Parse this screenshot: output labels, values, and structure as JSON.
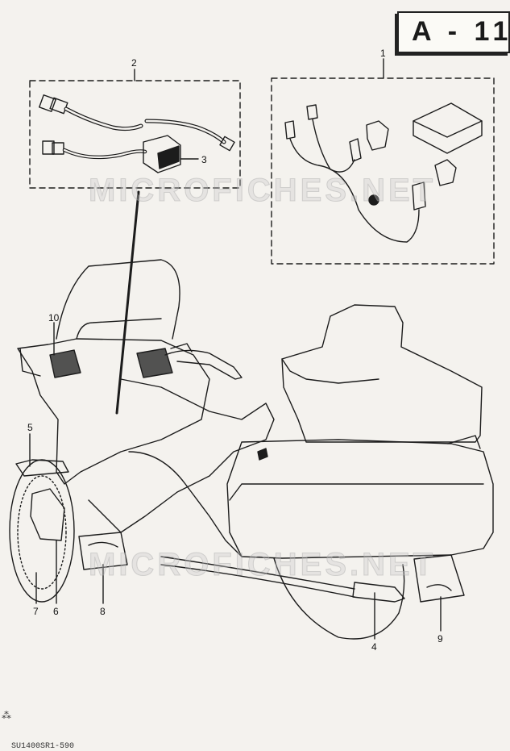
{
  "diagram": {
    "reference_code": "A - 11",
    "callouts": [
      "1",
      "2",
      "3",
      "4",
      "5",
      "6",
      "7",
      "8",
      "9",
      "10"
    ],
    "watermark_text": "MICROFICHES.NET",
    "footer_code": "SU1400SR1-590",
    "line_color": "#1c1c1c",
    "paper_color": "#f4f2ee"
  }
}
